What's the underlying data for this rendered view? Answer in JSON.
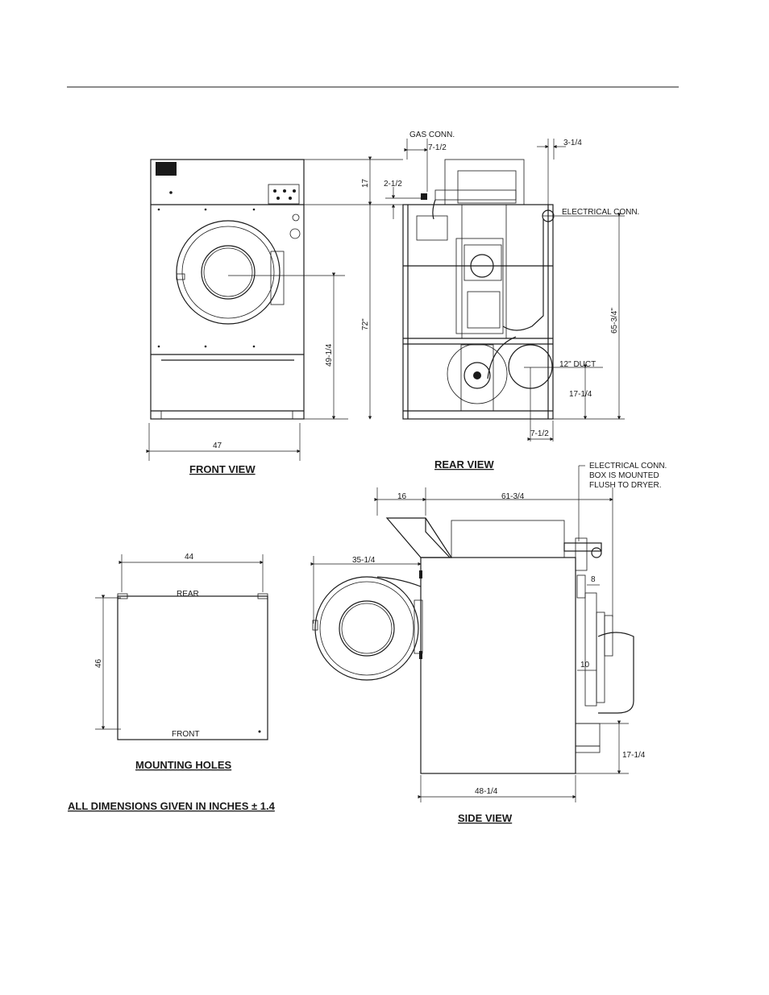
{
  "views": {
    "front": "FRONT VIEW",
    "rear": "REAR VIEW",
    "mounting": "MOUNTING HOLES",
    "side": "SIDE VIEW"
  },
  "note": "ALL DIMENSIONS GIVEN IN INCHES ± 1.4",
  "labels": {
    "gas_conn": "GAS CONN.",
    "electrical_conn": "ELECTRICAL CONN.",
    "duct": "12\" DUCT",
    "elec_box_1": "ELECTRICAL CONN.",
    "elec_box_2": "BOX IS MOUNTED",
    "elec_box_3": "FLUSH TO DRYER.",
    "rear": "REAR",
    "front": "FRONT"
  },
  "dimensions": {
    "front_width": "47",
    "front_door_height": "49-1/4",
    "total_height": "72\"",
    "top_panel": "17",
    "gas_offset": "7-1/2",
    "gas_height": "2-1/2",
    "elec_offset": "3-1/4",
    "elec_height": "65-3/4\"",
    "duct_height": "17-1/4",
    "duct_offset": "7-1/2",
    "mount_width": "44",
    "mount_depth": "46",
    "side_hood": "16",
    "side_top": "61-3/4",
    "side_door": "35-1/4",
    "side_8": "8",
    "side_10": "10",
    "side_base": "48-1/4",
    "side_duct_height": "17-1/4"
  }
}
